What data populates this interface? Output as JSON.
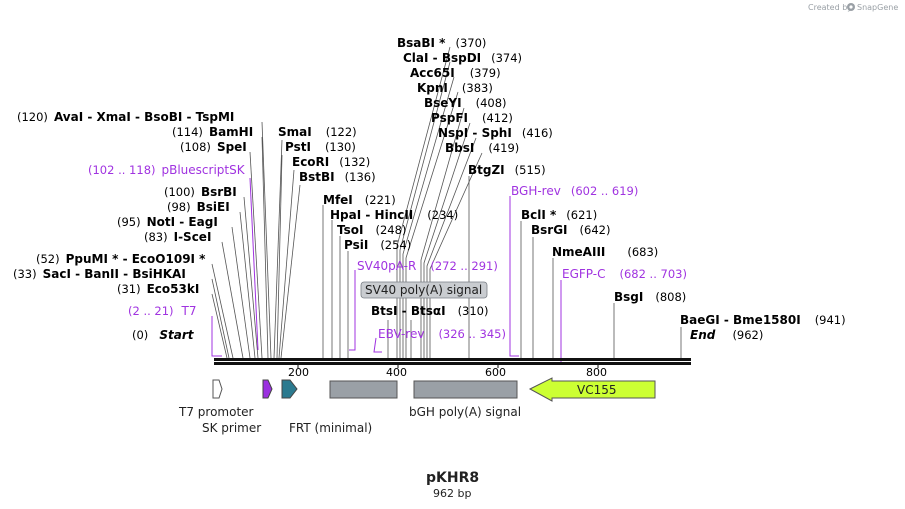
{
  "branding": {
    "created_by": "Created by",
    "app": "SnapGene"
  },
  "plasmid": {
    "name": "pKHR8",
    "size": "962 bp"
  },
  "ends": {
    "start_label": "Start",
    "start_pos": "(0)",
    "end_label": "End",
    "end_pos": "(962)"
  },
  "scale_ticks": [
    "200",
    "400",
    "600",
    "800"
  ],
  "restriction_sites": [
    {
      "label": "BsaBI *",
      "num": "(370)"
    },
    {
      "label": "ClaI  -  BspDI",
      "num": "(374)"
    },
    {
      "label": "Acc65I",
      "num": "(379)"
    },
    {
      "label": "KpnI",
      "num": "(383)"
    },
    {
      "label": "BseYI",
      "num": "(408)"
    },
    {
      "label": "PspFI",
      "num": "(412)"
    },
    {
      "label": "NspI  -  SphI",
      "num": "(416)"
    },
    {
      "label": "BbsI",
      "num": "(419)"
    },
    {
      "label": "AvaI  -  XmaI  -  BsoBI  -  TspMI",
      "num": "(120)"
    },
    {
      "label": "BamHI",
      "num": "(114)"
    },
    {
      "label": "SmaI",
      "num": "(122)"
    },
    {
      "label": "SpeI",
      "num": "(108)"
    },
    {
      "label": "PstI",
      "num": "(130)"
    },
    {
      "label": "EcoRI",
      "num": "(132)"
    },
    {
      "label": "BstBI",
      "num": "(136)"
    },
    {
      "label": "BtgZI",
      "num": "(515)"
    },
    {
      "label": "BsrBI",
      "num": "(100)"
    },
    {
      "label": "MfeI",
      "num": "(221)"
    },
    {
      "label": "BsiEI",
      "num": "(98)"
    },
    {
      "label": "HpaI  -  HincII",
      "num": "(234)"
    },
    {
      "label": "BclI *",
      "num": "(621)"
    },
    {
      "label": "NotI  -  EagI",
      "num": "(95)"
    },
    {
      "label": "TsoI",
      "num": "(248)"
    },
    {
      "label": "BsrGI",
      "num": "(642)"
    },
    {
      "label": "I-SceI",
      "num": "(83)"
    },
    {
      "label": "PsiI",
      "num": "(254)"
    },
    {
      "label": "NmeAIII",
      "num": "(683)"
    },
    {
      "label": "PpuMI *  -  EcoO109I *",
      "num": "(52)"
    },
    {
      "label": "SacI  -  BanII  -  BsiHKAI",
      "num": "(33)"
    },
    {
      "label": "Eco53kI",
      "num": "(31)"
    },
    {
      "label": "BsgI",
      "num": "(808)"
    },
    {
      "label": "BtsI  -  BtsαI",
      "num": "(310)"
    },
    {
      "label": "BaeGI  -  Bme1580I",
      "num": "(941)"
    }
  ],
  "primers": [
    {
      "label": "pBluescriptSK",
      "num": "(102 .. 118)"
    },
    {
      "label": "BGH-rev",
      "num": "(602 .. 619)"
    },
    {
      "label": "SV40pA-R",
      "num": "(272 .. 291)"
    },
    {
      "label": "EGFP-C",
      "num": "(682 .. 703)"
    },
    {
      "label": "T7",
      "num": "(2 .. 21)"
    },
    {
      "label": "EBV-rev",
      "num": "(326 .. 345)"
    }
  ],
  "features": [
    {
      "label": "T7 promoter",
      "color": "#ffffff"
    },
    {
      "label": "SK primer",
      "color": "#9b30e0"
    },
    {
      "label": "FRT (minimal)",
      "color": "#2b7a8f"
    },
    {
      "label": "SV40 poly(A) signal",
      "color": "#9aa0a6"
    },
    {
      "label": "bGH poly(A) signal",
      "color": "#9aa0a6"
    },
    {
      "label": "VC155",
      "color": "#ccff33"
    }
  ],
  "colors": {
    "primer": "#a033e0",
    "polyA": "#9aa0a6",
    "frt": "#2b7a8f",
    "vc155": "#ccff33"
  }
}
